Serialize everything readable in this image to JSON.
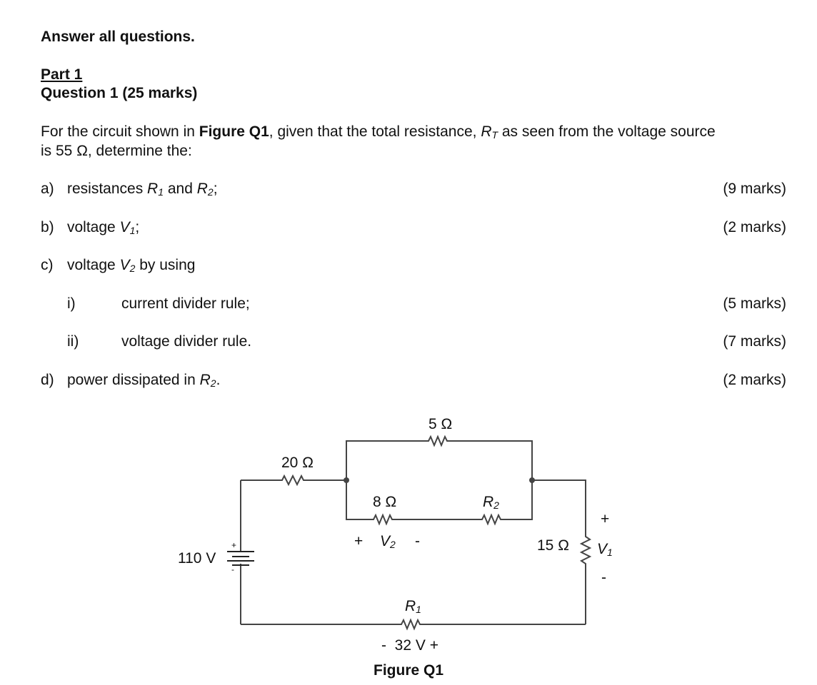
{
  "header": {
    "instruction": "Answer all questions.",
    "part": "Part 1",
    "question_title": "Question 1 (25 marks)"
  },
  "intro": {
    "line1_a": "For the circuit shown in ",
    "line1_bold": "Figure Q1",
    "line1_b": ", given that the total resistance, ",
    "rt_symbol": "R",
    "rt_sub": "T",
    "line1_c": " as seen from the voltage source",
    "line2": "is 55 Ω, determine the:"
  },
  "items": {
    "a": {
      "label": "a)",
      "text_a": "resistances ",
      "r1": "R",
      "r1_sub": "1",
      "text_b": " and ",
      "r2": "R",
      "r2_sub": "2",
      "text_c": ";",
      "marks": "(9 marks)"
    },
    "b": {
      "label": "b)",
      "text_a": "voltage ",
      "v1": "V",
      "v1_sub": "1",
      "text_b": ";",
      "marks": "(2 marks)"
    },
    "c": {
      "label": "c)",
      "text_a": "voltage ",
      "v2": "V",
      "v2_sub": "2",
      "text_b": " by using"
    },
    "c_i": {
      "label": "i)",
      "text": "current divider rule;",
      "marks": "(5 marks)"
    },
    "c_ii": {
      "label": "ii)",
      "text": "voltage divider rule.",
      "marks": "(7 marks)"
    },
    "d": {
      "label": "d)",
      "text_a": "power dissipated in ",
      "r2": "R",
      "r2_sub": "2",
      "text_b": ".",
      "marks": "(2 marks)"
    }
  },
  "figure": {
    "caption": "Figure Q1",
    "source_label": "110 V",
    "source_plus": "+",
    "source_minus": "-",
    "r_series_top": "20 Ω",
    "r_parallel_top": "5 Ω",
    "r_parallel_bottom_left": "8 Ω",
    "r_parallel_bottom_right": "R",
    "r_parallel_bottom_right_sub": "2",
    "v2_plus": "+",
    "v2_symbol": "V",
    "v2_sub": "2",
    "v2_minus": "-",
    "r_right": "15 Ω",
    "v1_plus": "+",
    "v1_symbol": "V",
    "v1_sub": "1",
    "v1_minus": "-",
    "r_bottom": "R",
    "r_bottom_sub": "1",
    "r_bottom_voltage": "-  32 V +",
    "wire_color": "#444444"
  }
}
